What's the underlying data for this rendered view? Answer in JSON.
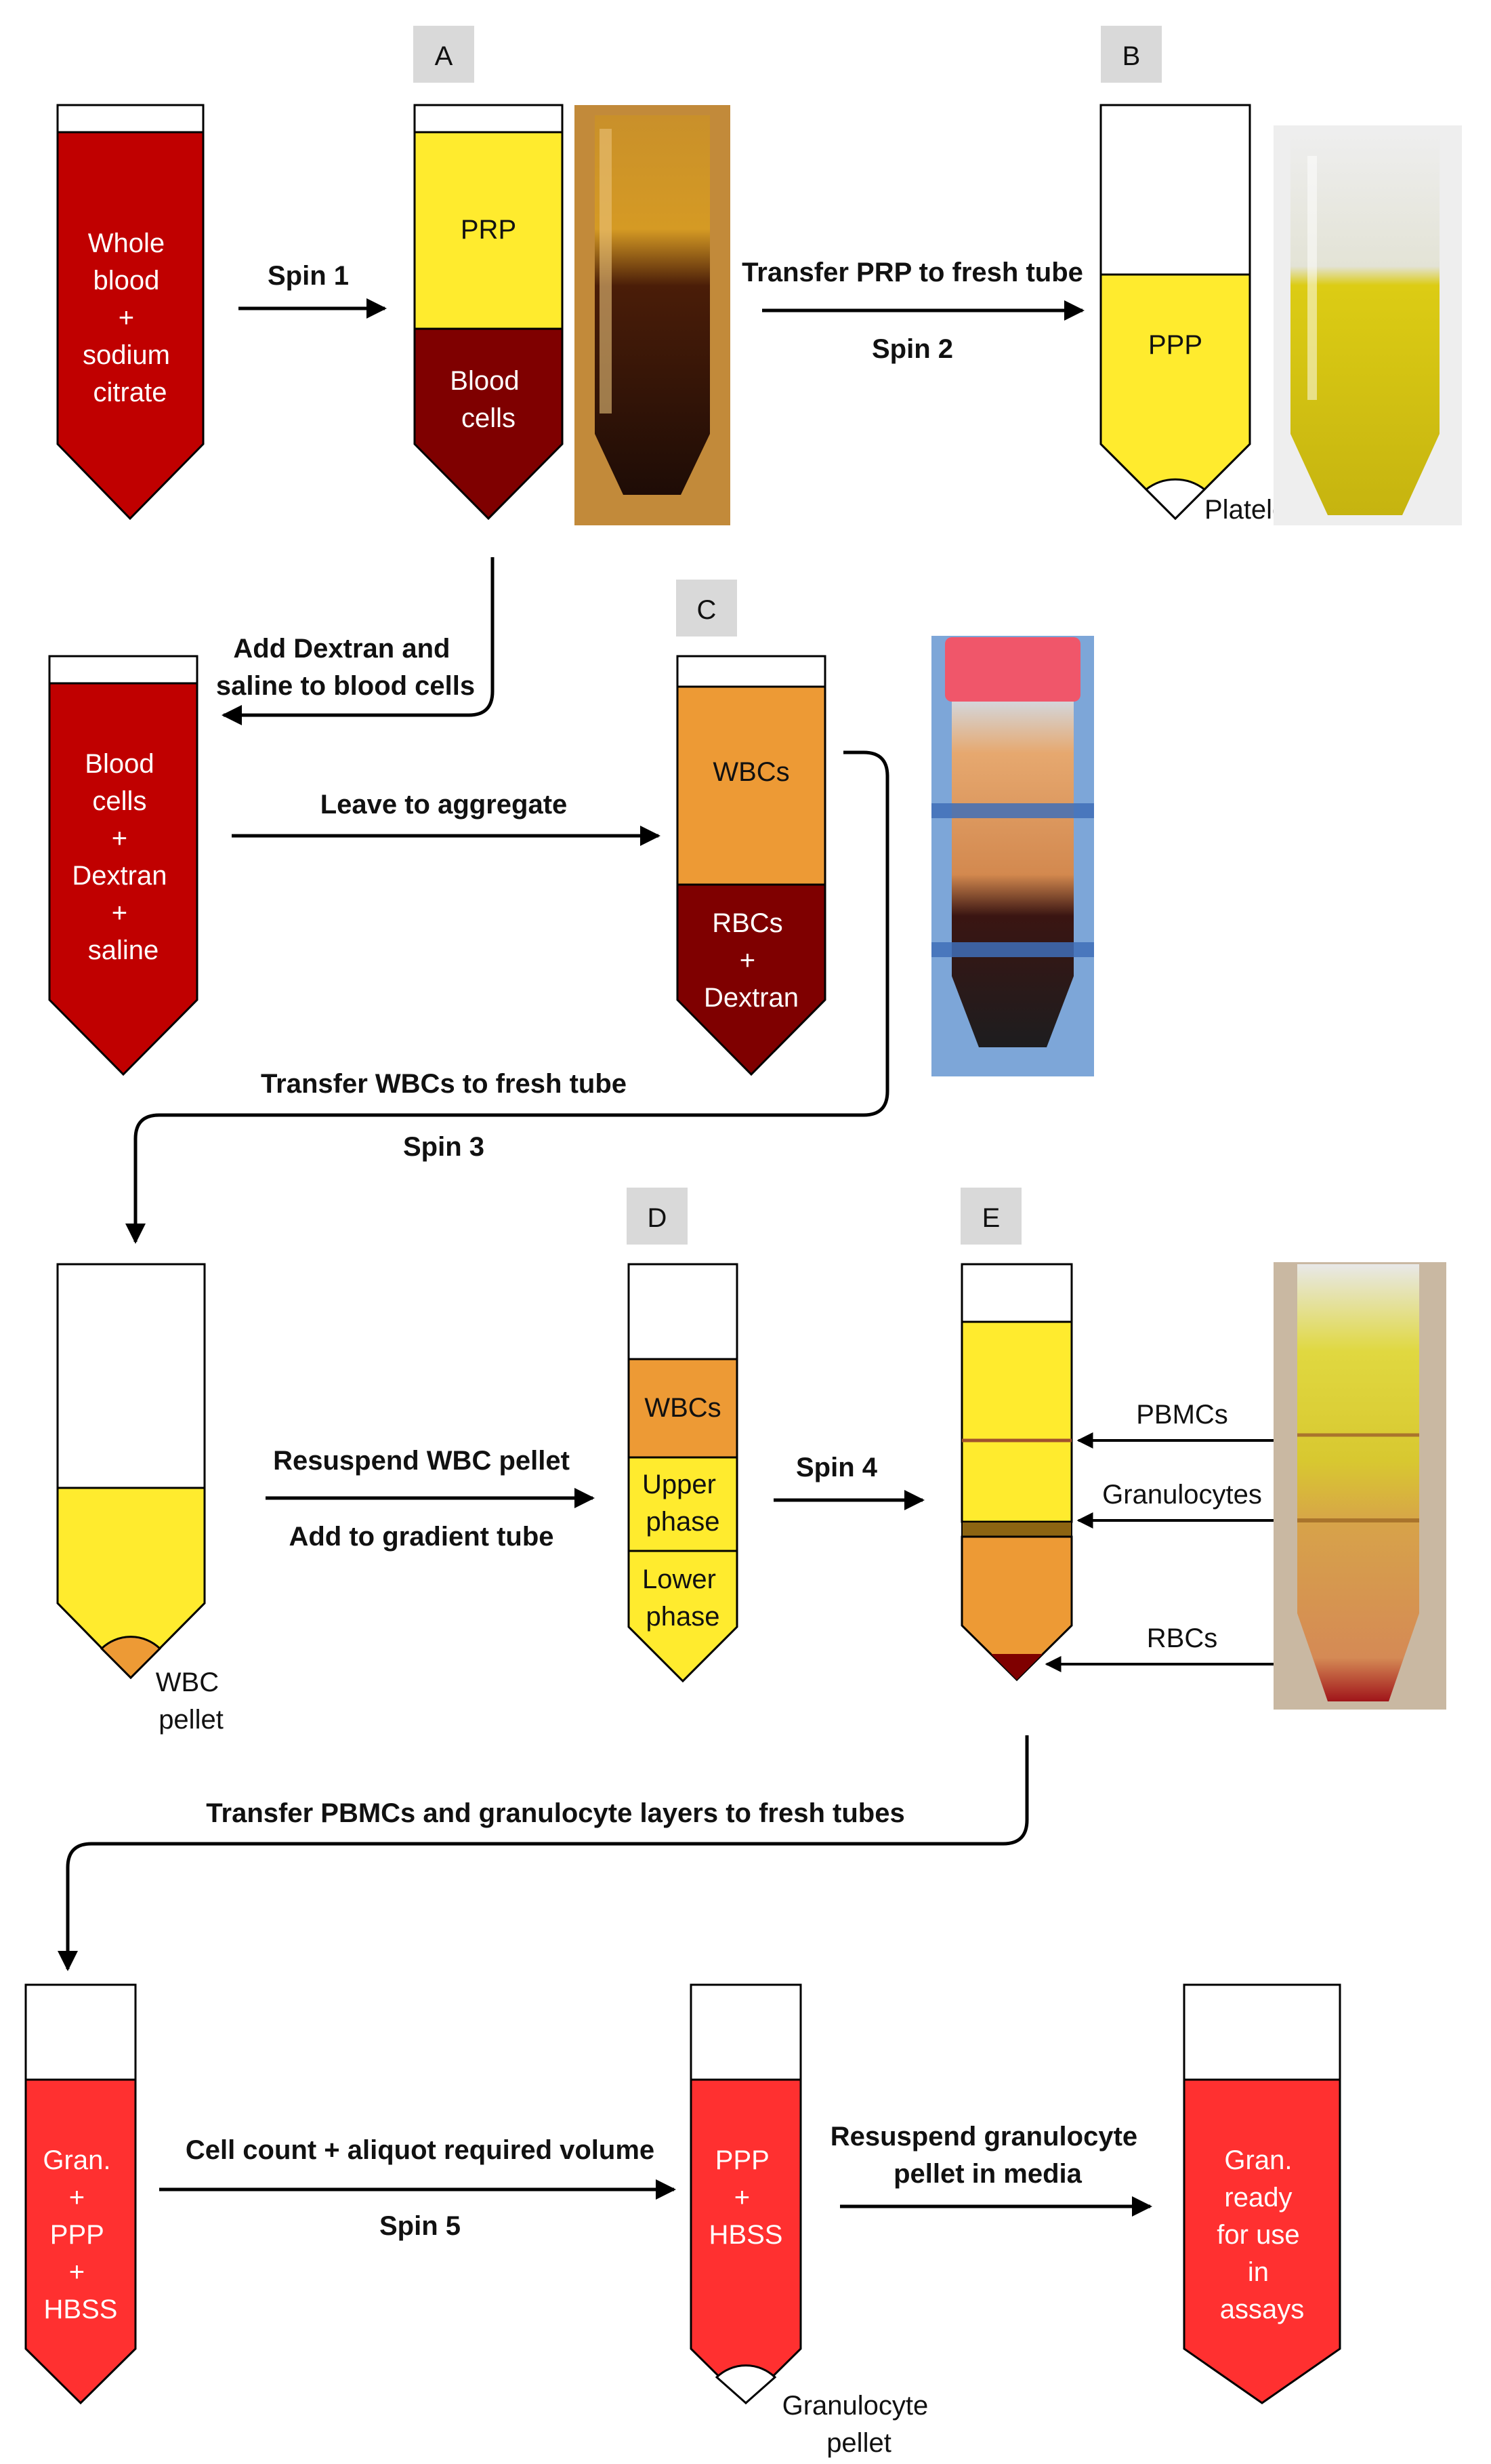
{
  "colors": {
    "dark_red": "#c00000",
    "maroon": "#7f0000",
    "yellow": "#ffeb2e",
    "orange": "#ed9a35",
    "bright_red": "#ff3030",
    "brown_band": "#8c6412",
    "panel_bg": "#d9d9d9"
  },
  "panels": {
    "a": "A",
    "b": "B",
    "c": "C",
    "d": "D",
    "e": "E"
  },
  "row1": {
    "whole_blood": [
      "Whole",
      "blood",
      "+",
      "sodium",
      "citrate"
    ],
    "spin1": "Spin 1",
    "prp": "PRP",
    "blood_cells": [
      "Blood",
      "cells"
    ],
    "transfer_prp": "Transfer PRP to fresh tube",
    "spin2": "Spin 2",
    "ppp": "PPP",
    "platelets": "Platelets"
  },
  "row2": {
    "add_dextran": [
      "Add Dextran and",
      "saline to blood cells"
    ],
    "blood_cells_mix": [
      "Blood",
      "cells",
      "+",
      "Dextran",
      "+",
      "saline"
    ],
    "leave": "Leave to aggregate",
    "wbcs": "WBCs",
    "rbcs_dextran": [
      "RBCs",
      "+",
      "Dextran"
    ],
    "transfer_wbcs": "Transfer WBCs to fresh tube",
    "spin3": "Spin 3"
  },
  "row3": {
    "wbc_pellet": [
      "WBC",
      "pellet"
    ],
    "resuspend": "Resuspend WBC pellet",
    "add_gradient": "Add to gradient tube",
    "wbcs": "WBCs",
    "upper": [
      "Upper",
      "phase"
    ],
    "lower": [
      "Lower",
      "phase"
    ],
    "spin4": "Spin 4",
    "pbmcs": "PBMCs",
    "granulocytes": "Granulocytes",
    "rbcs": "RBCs"
  },
  "row4": {
    "transfer_layers": "Transfer PBMCs and granulocyte layers to fresh tubes",
    "gran_mix": [
      "Gran.",
      "+",
      "PPP",
      "+",
      "HBSS"
    ],
    "cell_count": "Cell count + aliquot required volume",
    "spin5": "Spin 5",
    "ppp_hbss": [
      "PPP",
      "+",
      "HBSS"
    ],
    "gran_pellet": [
      "Granulocyte",
      "pellet"
    ],
    "resuspend_gran": [
      "Resuspend granulocyte",
      "pellet in media"
    ],
    "gran_ready": [
      "Gran.",
      "ready",
      "for use",
      "in",
      "assays"
    ]
  }
}
